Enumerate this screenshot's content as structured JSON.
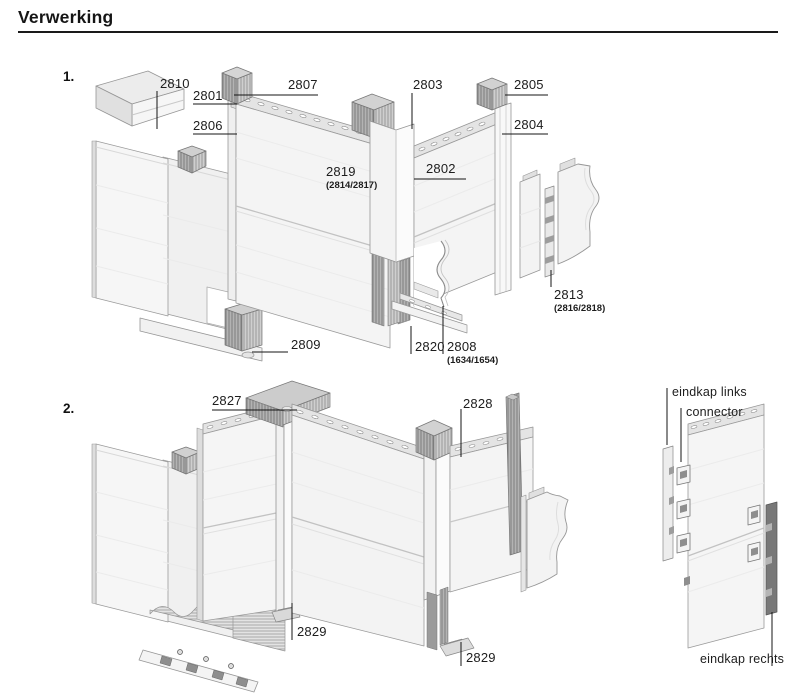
{
  "title": "Verwerking",
  "figure1": {
    "number": "1.",
    "parts": {
      "p2810": "2810",
      "p2801": "2801",
      "p2806": "2806",
      "p2807": "2807",
      "p2803": "2803",
      "p2805": "2805",
      "p2804": "2804",
      "p2819": "2819",
      "p2819_sub": "(2814/2817)",
      "p2802": "2802",
      "p2809": "2809",
      "p2820": "2820",
      "p2808": "2808",
      "p2808_sub": "(1634/1654)",
      "p2813": "2813",
      "p2813_sub": "(2816/2818)"
    }
  },
  "figure2": {
    "number": "2.",
    "parts": {
      "p2827": "2827",
      "p2828": "2828",
      "p2829_left": "2829",
      "p2829_right": "2829"
    }
  },
  "endcap_detail": {
    "labels": {
      "eindkap_links": "eindkap links",
      "connector": "connector",
      "eindkap_rechts": "eindkap rechts"
    }
  }
}
